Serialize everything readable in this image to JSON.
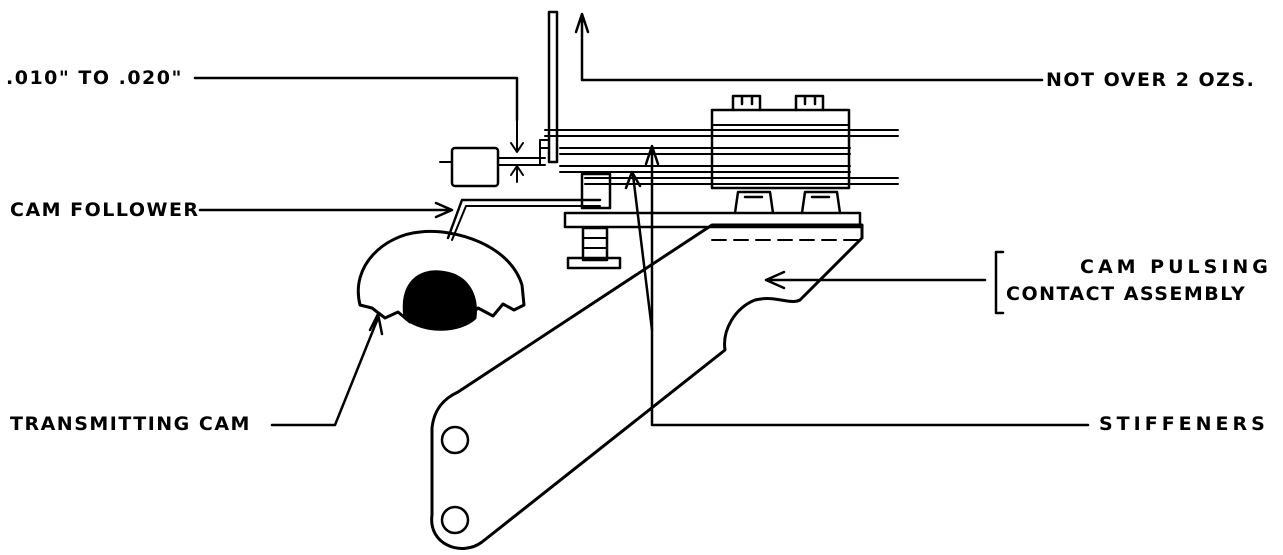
{
  "labels": {
    "gap": ".010\" TO .020\"",
    "force": "NOT OVER 2 OZS.",
    "cam_follower": "CAM FOLLOWER",
    "cam_pulsing_line1": "CAM PULSING",
    "cam_pulsing_line2": "CONTACT ASSEMBLY",
    "transmitting_cam": "TRANSMITTING CAM",
    "stiffeners": "STIFFENERS"
  }
}
